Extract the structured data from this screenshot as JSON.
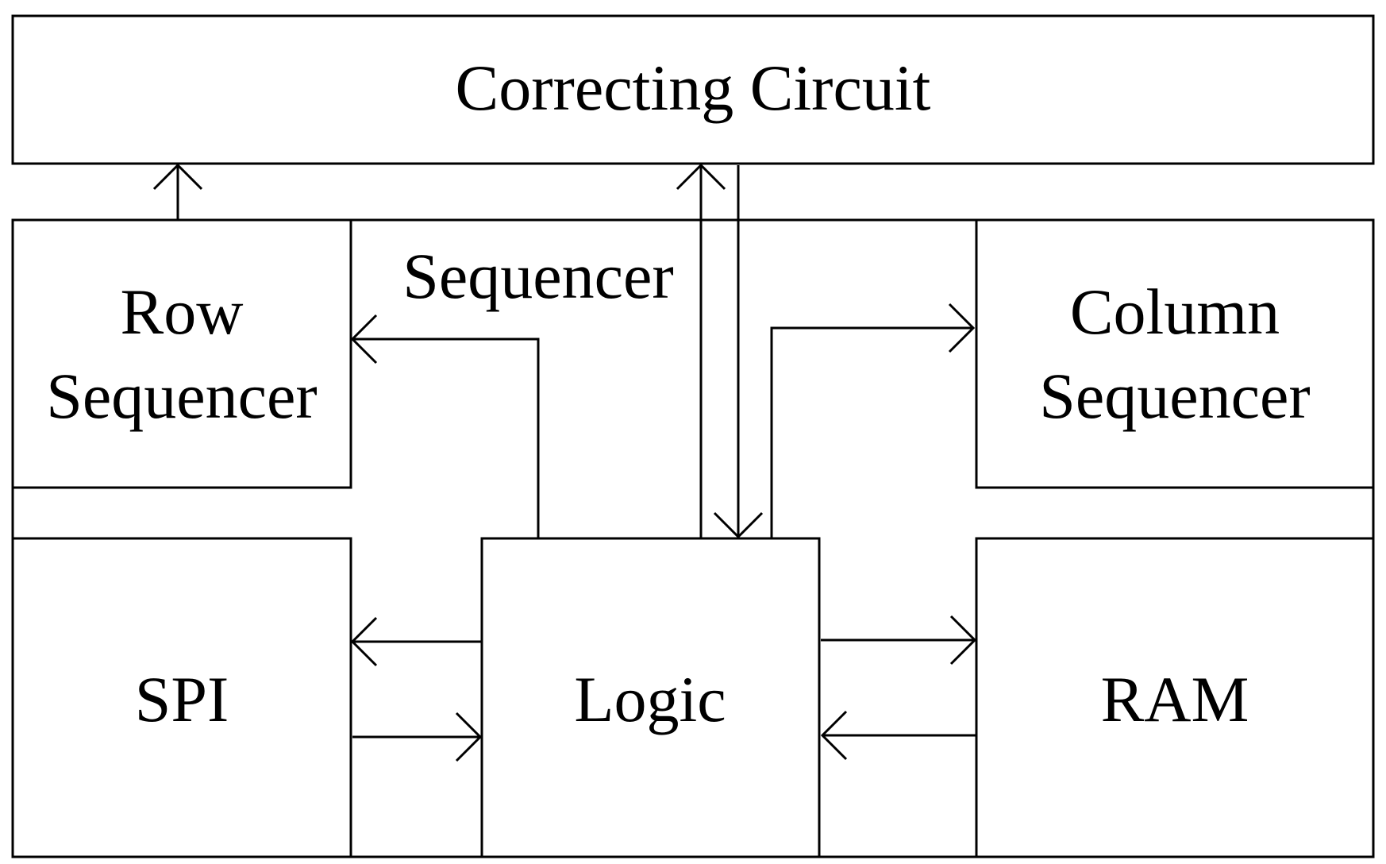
{
  "blocks": {
    "correcting_circuit": "Correcting Circuit",
    "row_sequencer_line1": "Row",
    "row_sequencer_line2": "Sequencer",
    "sequencer_label": "Sequencer",
    "column_sequencer_line1": "Column",
    "column_sequencer_line2": "Sequencer",
    "spi": "SPI",
    "logic": "Logic",
    "ram": "RAM"
  },
  "colors": {
    "stroke": "#000000",
    "background": "#ffffff"
  }
}
